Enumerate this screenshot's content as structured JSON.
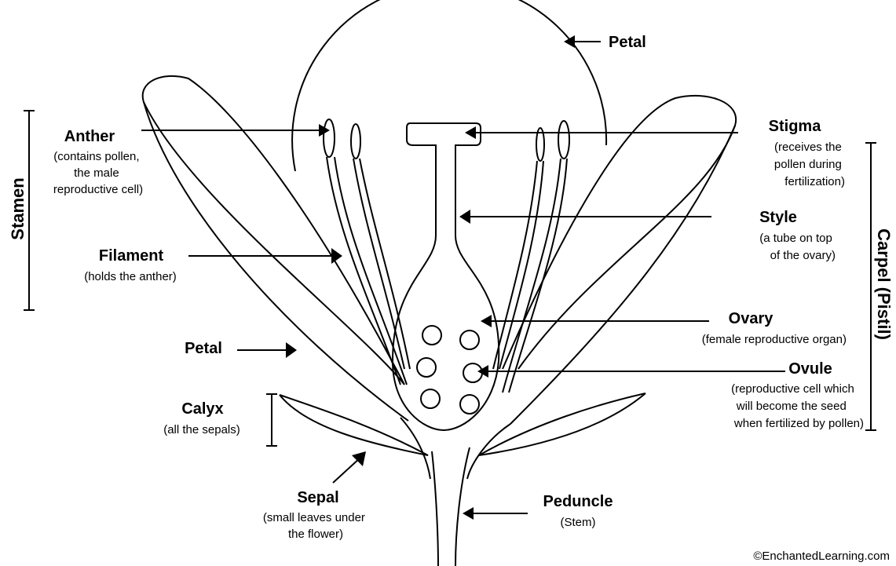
{
  "labels": {
    "petal_top": "Petal",
    "anther": "Anther",
    "anther_desc": [
      "(contains pollen,",
      "the male",
      "reproductive cell)"
    ],
    "filament": "Filament",
    "filament_desc": "(holds the anther)",
    "petal_left": "Petal",
    "calyx": "Calyx",
    "calyx_desc": "(all the sepals)",
    "sepal": "Sepal",
    "sepal_desc": [
      "(small leaves under",
      "the flower)"
    ],
    "peduncle": "Peduncle",
    "peduncle_desc": "(Stem)",
    "stigma": "Stigma",
    "stigma_desc": [
      "(receives the",
      "pollen during",
      "fertilization)"
    ],
    "style": "Style",
    "style_desc": [
      "(a tube on top",
      "of the ovary)"
    ],
    "ovary": "Ovary",
    "ovary_desc": "(female reproductive organ)",
    "ovule": "Ovule",
    "ovule_desc": [
      "(reproductive cell which",
      "will become the seed",
      "when fertilized by pollen)"
    ]
  },
  "groups": {
    "stamen": "Stamen",
    "carpel": "Carpel (Pistil)"
  },
  "credit": "©EnchantedLearning.com"
}
